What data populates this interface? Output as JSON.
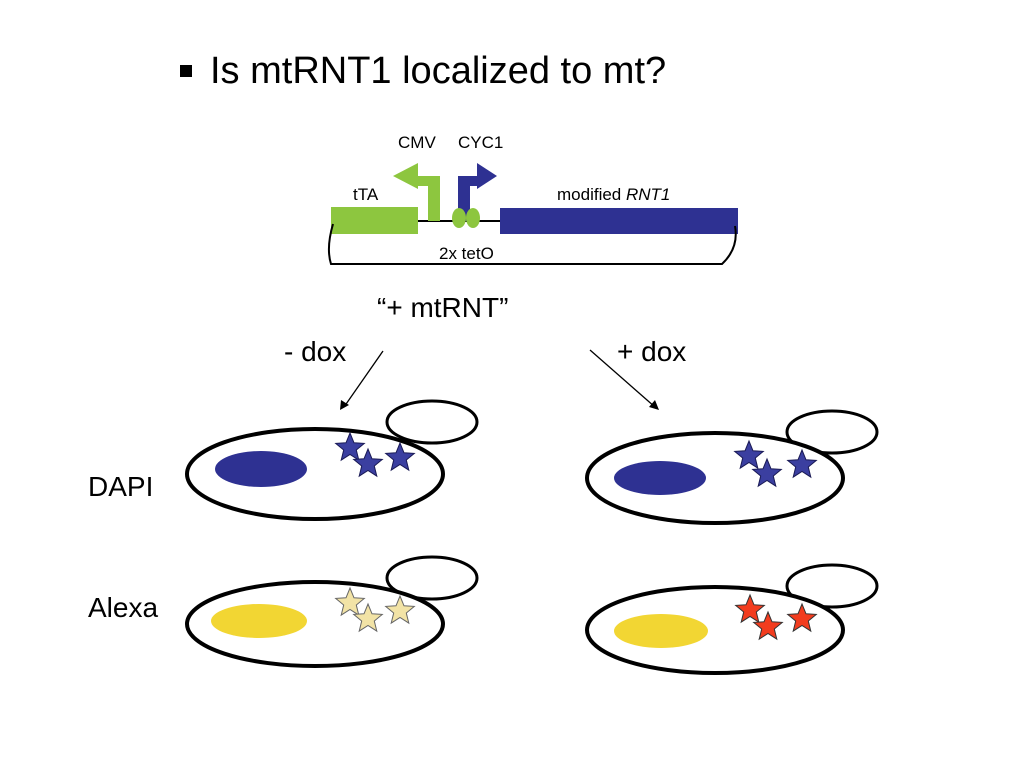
{
  "slide": {
    "title": "Is mtRNT1 localized to mt?"
  },
  "construct": {
    "cmv_label": "CMV",
    "cyc1_label": "CYC1",
    "tta_label": "tTA",
    "gene_label_prefix": "modified ",
    "gene_label_italic": "RNT1",
    "teto_label": "2x tetO",
    "colors": {
      "tta": "#8dc63f",
      "gene": "#2e3192"
    }
  },
  "experiment": {
    "strain_label": "“+ mtRNT”",
    "minus_dox_label": "- dox",
    "plus_dox_label": "+ dox",
    "row_labels": {
      "dapi": "DAPI",
      "alexa": "Alexa"
    }
  },
  "colors": {
    "dapi_nucleus": "#2e3192",
    "dapi_stars": "#3b3fa0",
    "alexa_nucleus": "#f2d633",
    "alexa_stars_minus": "#f2e3a6",
    "alexa_stars_plus": "#f23c1e"
  }
}
